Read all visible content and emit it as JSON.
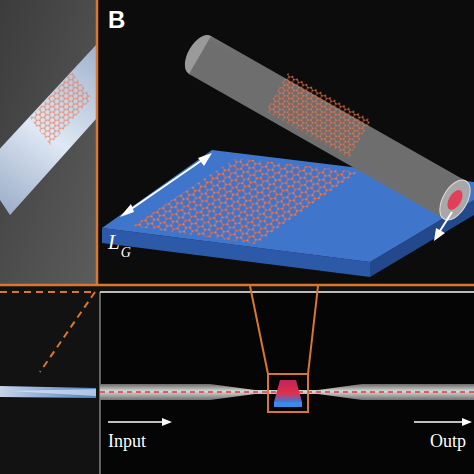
{
  "diagram": {
    "labels": [
      "B",
      "L",
      "G",
      "Input",
      "Outp"
    ]
  }
}
